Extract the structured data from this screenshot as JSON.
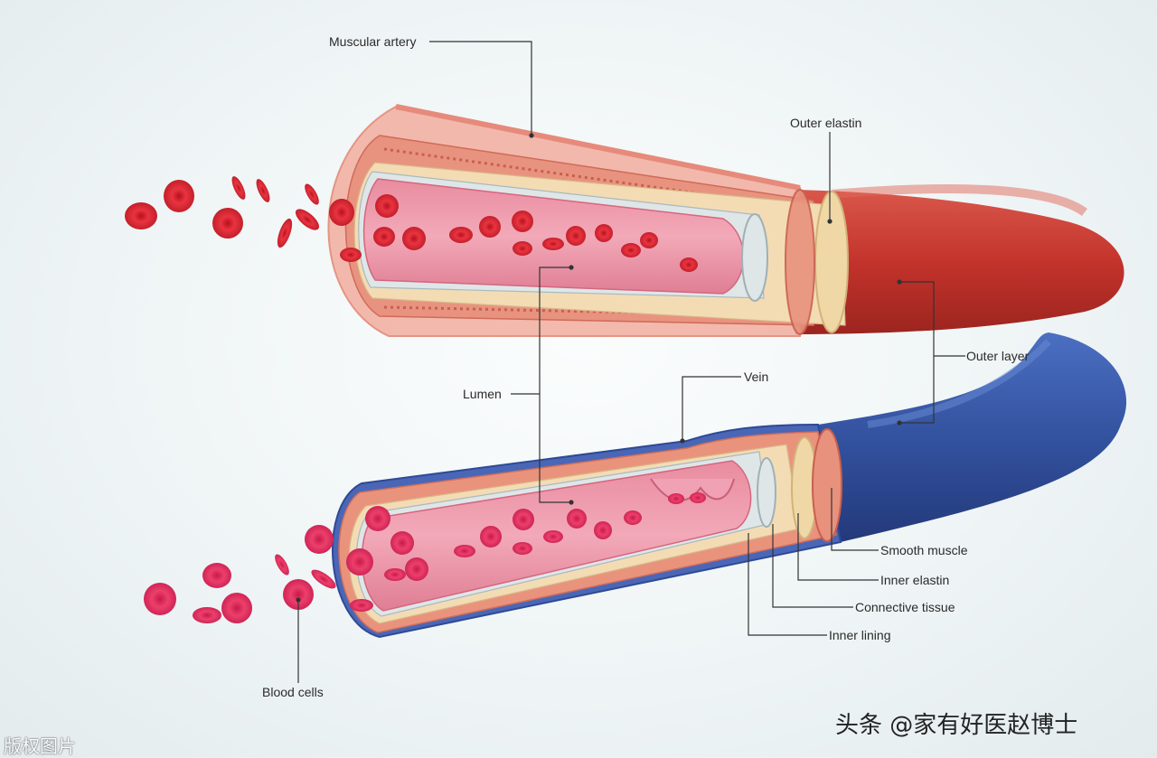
{
  "labels": {
    "muscular_artery": "Muscular artery",
    "outer_elastin": "Outer elastin",
    "outer_layer": "Outer layer",
    "vein": "Vein",
    "lumen": "Lumen",
    "smooth_muscle": "Smooth muscle",
    "inner_elastin": "Inner elastin",
    "connective_tissue": "Connective tissue",
    "inner_lining": "Inner lining",
    "blood_cells": "Blood cells"
  },
  "watermark": {
    "credit": "头条 @家有好医赵博士",
    "corner": "版权图片"
  },
  "colors": {
    "artery": "#c7352e",
    "vein": "#2f4f9a",
    "blood_cell": "#e22f3d",
    "leader_line": "#333333"
  }
}
